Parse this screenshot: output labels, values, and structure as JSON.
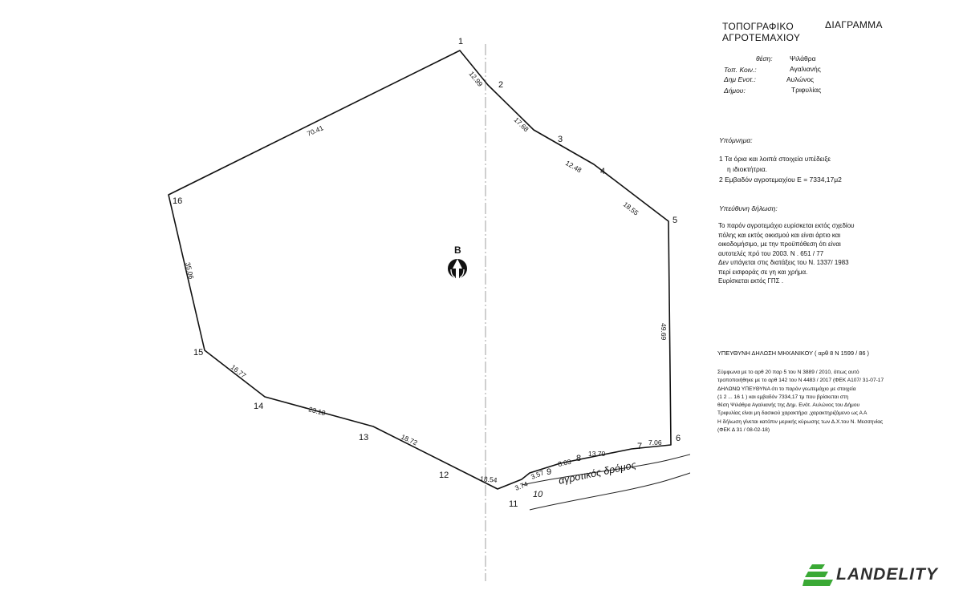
{
  "header": {
    "title_left": "ΤΟΠΟΓΡΑΦΙΚΟ",
    "title_right": "ΔΙΑΓΡΑΜΜΑ",
    "subtitle": "ΑΓΡΟΤΕΜΑΧΙΟΥ"
  },
  "location": [
    {
      "label": "θέση:",
      "value": "Ψιλάθρα"
    },
    {
      "label": "Τοπ. Κοιν.:",
      "value": "Αγαλιανής"
    },
    {
      "label": "Δημ Ενοτ.:",
      "value": "Αυλώνος"
    },
    {
      "label": "Δήμου:",
      "value": "Τριφυλίας"
    }
  ],
  "legend": {
    "heading": "Υπόμνημα:",
    "line1": "1 Τα όρια και λοιπά στοιχεία υπέδειξε",
    "line2": "η ιδιοκτήτρια.",
    "line3": "2 Εμβαδόν αγροτεμαχίου    Ε = 7334,17μ2"
  },
  "declaration": {
    "heading": "Υπεύθυνη δήλωση:",
    "lines": [
      "Το παρόν αγροτεμάχιο ευρίσκεται εκτός σχεδίου",
      "πόλης και εκτός οικισμού και είναι άρτιο και",
      "οικοδομήσιμο, με την προϋπόθεση ότι είναι",
      "αυτοτελές πρό του 2003.    Ν . 651 / 77",
      "Δεν υπάγεται στις διατάξεις του Ν. 1337/ 1983",
      "περί εισφοράς σε γη και χρήμα.",
      "Ευρίσκεται εκτός  ΓΠΣ ."
    ]
  },
  "engineer": {
    "heading": "ΥΠΕΥΘΥΝΗ    ΔΗΛΩΣΗ  ΜΗΧΑΝΙΚΟΥ   ( αρθ 8    Ν 1599 / 86 )",
    "lines": [
      "Σύμφωνα  με το  αρθ 20  παρ 5  του Ν 3889 / 2010,  όπως αυτό",
      "τροποποιήθηκε  με το  αρθ  142   του Ν 4483 / 2017 (ΦΕΚ Α107/ 31-07-17",
      "ΔΗΛΩΝΩ ΥΠΕΥΘΥΝΑ  ότι  το παρόν  γεωτεμάχιο με στοιχεία",
      "(1 2 ... 16 1 )  και εμβαδόν   7334,17 τμ  που βρίσκεται στη",
      "θέση Ψιλάθρα Αγαλιανής  της Δημ. Ενότ. Αυλώνος  του Δήμου",
      "Τριφυλίας  είναι μη δασικού χαρακτήρα ,χαρακτηριζόμενο  ως   Α Α",
      "Η δήλωση γίνεται κατόπιν μερικής κύρωσης των Δ.Χ.του Ν. Μεσσηνίας",
      "  (ΦΕΚ Δ 31 / 08-02-18)"
    ]
  },
  "diagram": {
    "vertices": [
      {
        "label": "1"
      },
      {
        "label": "2"
      },
      {
        "label": "3"
      },
      {
        "label": "4"
      },
      {
        "label": "5"
      },
      {
        "label": "6"
      },
      {
        "label": "7"
      },
      {
        "label": "8"
      },
      {
        "label": "9"
      },
      {
        "label": "10"
      },
      {
        "label": "11"
      },
      {
        "label": "12"
      },
      {
        "label": "13"
      },
      {
        "label": "14"
      },
      {
        "label": "15"
      },
      {
        "label": "16"
      }
    ],
    "edges": [
      "12.99",
      "17.68",
      "12.48",
      "18.55",
      "49.69",
      "7.06",
      "13.70",
      "8.03",
      "3.57",
      "3.74",
      "18.54",
      "18.72",
      "23.18",
      "16.77",
      "35.06",
      "70.41"
    ],
    "north_label": "Β",
    "road_label": "αγροτικός δρόμος"
  },
  "brand": {
    "name": "LANDELITY",
    "color": "#3aa935"
  }
}
